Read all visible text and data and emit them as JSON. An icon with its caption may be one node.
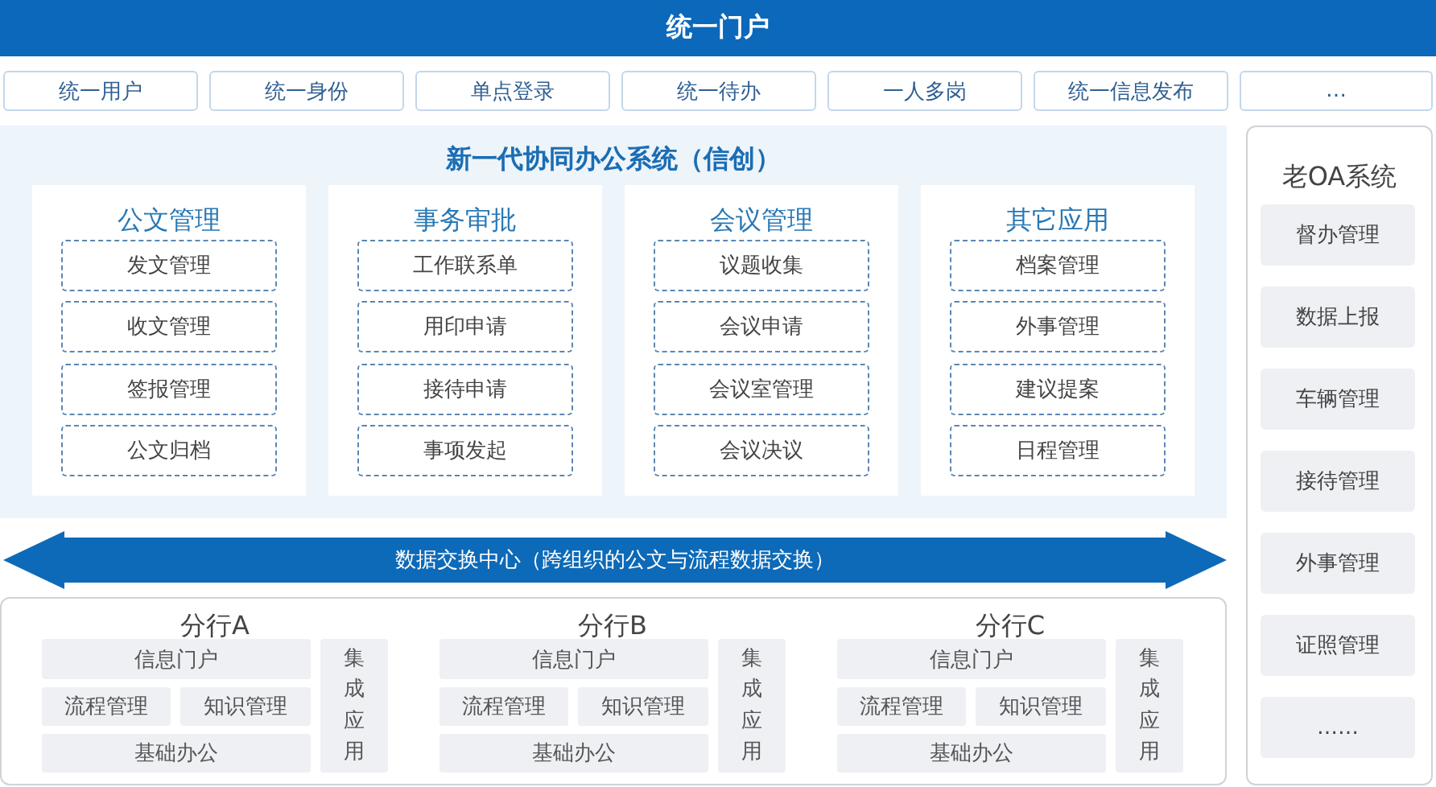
{
  "diagram": {
    "nodes": [
      {
        "text": [
          "统一门户"
        ]
      },
      {
        "text": [
          "统一用户"
        ]
      },
      {
        "text": [
          "统一身份"
        ]
      },
      {
        "text": [
          "单点登录"
        ]
      },
      {
        "text": [
          "统一待办"
        ]
      },
      {
        "text": [
          "一人多岗"
        ]
      },
      {
        "text": [
          "统一信息发布"
        ]
      },
      {
        "text": [
          "…"
        ]
      },
      {
        "text": [
          "新一代协同办公系统（信创）"
        ]
      },
      {
        "text": [
          "公文管理"
        ],
        "in": 8
      },
      {
        "text": [
          "发文管理"
        ],
        "in": 9
      },
      {
        "text": [
          "收文管理"
        ],
        "in": 9
      },
      {
        "text": [
          "签报管理"
        ],
        "in": 9
      },
      {
        "text": [
          "公文归档"
        ],
        "in": 9
      },
      {
        "text": [
          "事务审批"
        ],
        "in": 8
      },
      {
        "text": [
          "工作联系单"
        ],
        "in": 14
      },
      {
        "text": [
          "用印申请"
        ],
        "in": 14
      },
      {
        "text": [
          "接待申请"
        ],
        "in": 14
      },
      {
        "text": [
          "事项发起"
        ],
        "in": 14
      },
      {
        "text": [
          "会议管理"
        ],
        "in": 8
      },
      {
        "text": [
          "议题收集"
        ],
        "in": 19
      },
      {
        "text": [
          "会议申请"
        ],
        "in": 19
      },
      {
        "text": [
          "会议室管理"
        ],
        "in": 19
      },
      {
        "text": [
          "会议决议"
        ],
        "in": 19
      },
      {
        "text": [
          "其它应用"
        ],
        "in": 8
      },
      {
        "text": [
          "档案管理"
        ],
        "in": 24
      },
      {
        "text": [
          "外事管理"
        ],
        "in": 24
      },
      {
        "text": [
          "建议提案"
        ],
        "in": 24
      },
      {
        "text": [
          "日程管理"
        ],
        "in": 24
      },
      {
        "text": [
          "老OA系统"
        ]
      },
      {
        "text": [
          "督办管理"
        ],
        "in": 29
      },
      {
        "text": [
          "数据上报"
        ],
        "in": 29
      },
      {
        "text": [
          "车辆管理"
        ],
        "in": 29
      },
      {
        "text": [
          "接待管理"
        ],
        "in": 29
      },
      {
        "text": [
          "外事管理"
        ],
        "in": 29
      },
      {
        "text": [
          "证照管理"
        ],
        "in": 29
      },
      {
        "text": [
          "……"
        ],
        "in": 29
      },
      {
        "text": [
          "数据交换中心（跨组织的公文与流程数据交换）"
        ]
      },
      {
        "text": [],
        "shape": "box"
      },
      {
        "text": [
          "信息门户"
        ],
        "in": 38
      },
      {
        "text": [
          "流程管理"
        ],
        "in": 38
      },
      {
        "text": [
          "知识管理"
        ],
        "in": 38
      },
      {
        "text": [
          "基础办公"
        ],
        "in": 38
      },
      {
        "text": [
          "集成应用"
        ],
        "in": 38
      },
      {
        "text": [
          "信息门户"
        ],
        "in": 38
      },
      {
        "text": [
          "流程管理"
        ],
        "in": 38
      },
      {
        "text": [
          "知识管理"
        ],
        "in": 38
      },
      {
        "text": [
          "基础办公"
        ],
        "in": 38
      },
      {
        "text": [
          "集成应用"
        ],
        "in": 38
      },
      {
        "text": [
          "信息门户"
        ],
        "in": 38
      },
      {
        "text": [
          "流程管理"
        ],
        "in": 38
      },
      {
        "text": [
          "知识管理"
        ],
        "in": 38
      },
      {
        "text": [
          "基础办公"
        ],
        "in": 38
      },
      {
        "text": [
          "集成应用"
        ],
        "in": 38
      }
    ],
    "labels": [
      "分行A",
      "分行B",
      "分行C"
    ]
  }
}
